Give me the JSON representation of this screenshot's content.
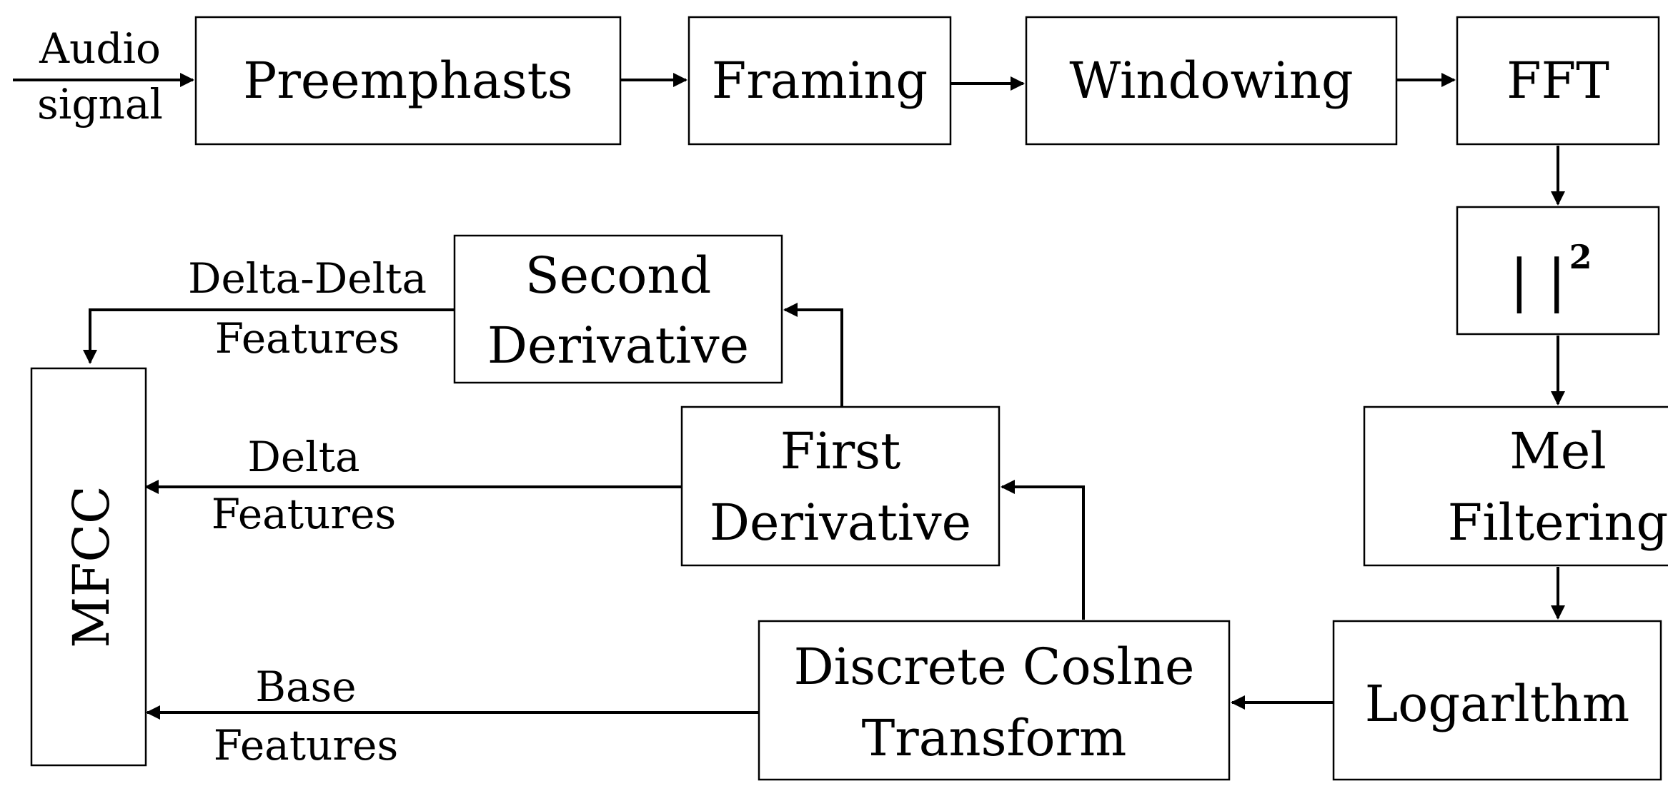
{
  "nodes": {
    "preemphasis": "Preemphasts",
    "framing": "Framing",
    "windowing": "Windowing",
    "fft": "FFT",
    "magnitude_bars": "| |",
    "magnitude_exp": "2",
    "mel_line1": "Mel",
    "mel_line2": "Filtering",
    "logarithm": "Logarlthm",
    "dct_line1": "Discrete Coslne",
    "dct_line2": "Transform",
    "first_deriv_line1": "First",
    "first_deriv_line2": "Derivative",
    "second_deriv_line1": "Second",
    "second_deriv_line2": "Derivative",
    "mfcc": "MFCC"
  },
  "edge_labels": {
    "audio_line1": "Audio",
    "audio_line2": "signal",
    "delta_delta_line1": "Delta-Delta",
    "delta_delta_line2": "Features",
    "delta_line1": "Delta",
    "delta_line2": "Features",
    "base_line1": "Base",
    "base_line2": "Features"
  },
  "colors": {
    "stroke": "#000000",
    "background": "#ffffff",
    "text": "#000000"
  }
}
